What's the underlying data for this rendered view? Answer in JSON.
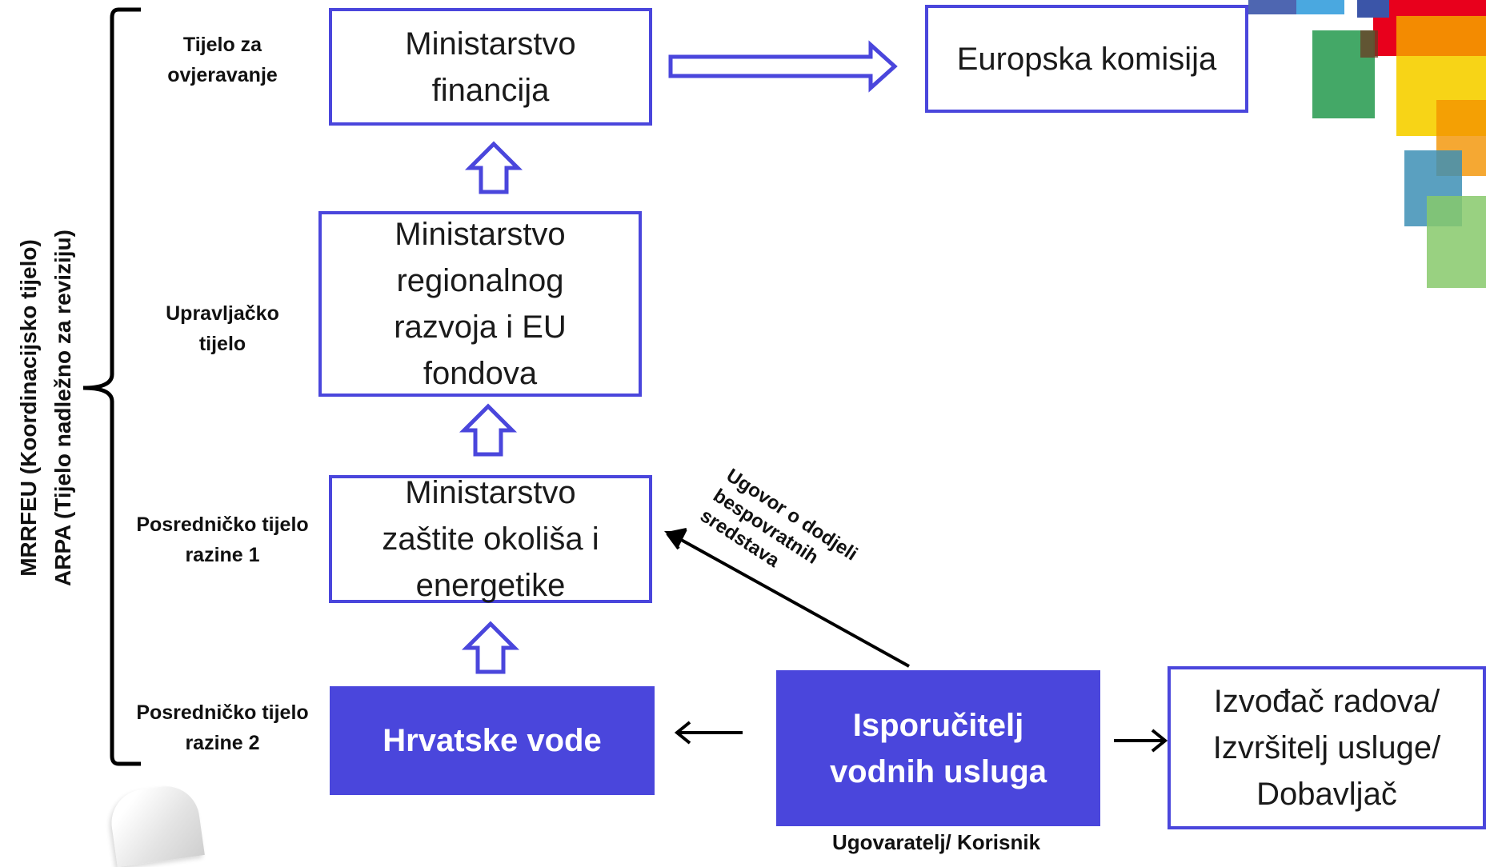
{
  "side_labels": {
    "primary": "MRRFEU  (Koordinacijsko tijelo)",
    "secondary": "ARPA  (Tijelo nadležno za reviziju)"
  },
  "levels": {
    "certifying": "Tijelo za\novjeravanje",
    "managing": "Upravljačko\ntijelo",
    "intermediate_1": "Posredničko tijelo\nrazine 1",
    "intermediate_2": "Posredničko tijelo\nrazine 2"
  },
  "boxes": {
    "ministry_finance": "Ministarstvo\nfinancija",
    "european_commission": "Europska komisija",
    "ministry_regional": "Ministarstvo\nregionalnog\nrazvoja i EU\nfondova",
    "ministry_environment": "Ministarstvo\nzaštite okoliša i\nenergetike",
    "croatian_waters": "Hrvatske vode",
    "water_supplier": "Isporučitelj\nvodnih usluga",
    "contractor": "Izvođač radova/\nIzvršitelj usluge/\nDobavljač"
  },
  "annotations": {
    "grant_agreement": "Ugovor o dodjeli\nbespovratnih\nsredstava",
    "beneficiary": "Ugovaratelj/ Korisnik"
  },
  "colors": {
    "accent": "#4a46dc",
    "deco": [
      "#e8001c",
      "#f39200",
      "#3aa35f",
      "#f7d417",
      "#3d8fb5",
      "#87c96b",
      "#3b55a8"
    ]
  }
}
